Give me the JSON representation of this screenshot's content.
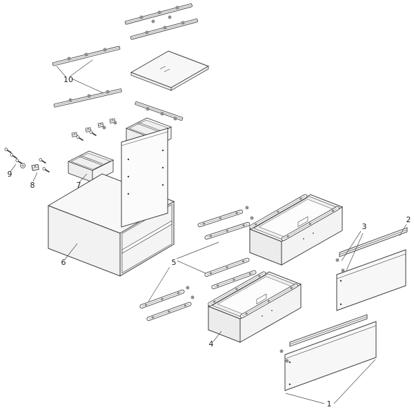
{
  "diagram": {
    "type": "exploded-assembly-drawing",
    "palette": {
      "background": "#ffffff",
      "line": "#3d3d3d",
      "fill_light": "#f7f7f7",
      "fill_mid": "#ececec"
    },
    "callouts": [
      {
        "label": "1"
      },
      {
        "label": "2"
      },
      {
        "label": "3"
      },
      {
        "label": "4"
      },
      {
        "label": "5"
      },
      {
        "label": "6"
      },
      {
        "label": "7"
      },
      {
        "label": "8"
      },
      {
        "label": "9"
      },
      {
        "label": "10"
      }
    ]
  }
}
